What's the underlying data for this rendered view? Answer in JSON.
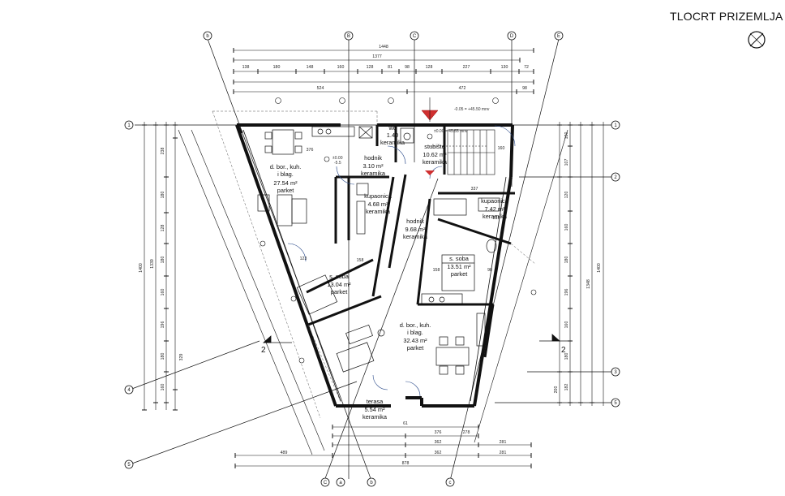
{
  "title": "TLOCRT PRIZEMLJA",
  "north_arrow": {
    "icon": "north-arrow-icon"
  },
  "rooms": [
    {
      "id": "d-bor-kuh-west",
      "lines": [
        "d. bor., kuh.",
        "i blag.",
        "27.54  m²",
        "parket"
      ]
    },
    {
      "id": "hodnik-small",
      "lines": [
        "hodnik",
        "3.10  m²",
        "keramika"
      ]
    },
    {
      "id": "wc",
      "lines": [
        "wc",
        "1.40",
        "keramika"
      ]
    },
    {
      "id": "stubiste",
      "lines": [
        "stubište",
        "10.62  m²",
        "keramika"
      ]
    },
    {
      "id": "kupaonica-west",
      "lines": [
        "kupaonica",
        "4.68  m²",
        "keramika"
      ]
    },
    {
      "id": "hodnik-central",
      "lines": [
        "hodnik",
        "9.68  m²",
        "keramika"
      ]
    },
    {
      "id": "kupaonica-east",
      "lines": [
        "kupaonica",
        "7.42  m²",
        "keramika"
      ]
    },
    {
      "id": "s-soba-east",
      "lines": [
        "s. soba",
        "13.51  m²",
        "parket"
      ]
    },
    {
      "id": "s-soba-west",
      "lines": [
        "s. soba",
        "13.04  m²",
        "parket"
      ]
    },
    {
      "id": "d-bor-kuh-south",
      "lines": [
        "d. bor., kuh.",
        "i blag.",
        "32.43  m²",
        "parket"
      ]
    },
    {
      "id": "terasa",
      "lines": [
        "terasa",
        "5.54  m²",
        "keramika"
      ]
    }
  ],
  "axes": {
    "top": [
      "b",
      "B",
      "C",
      "D",
      "E"
    ],
    "bottom": [
      "C",
      "a",
      "b",
      "c"
    ],
    "left": [
      "1",
      "4",
      "5"
    ],
    "right": [
      "1",
      "2",
      "3",
      "5"
    ]
  },
  "section_marks": [
    "2",
    "2"
  ],
  "levels": [
    "-0.05 = +45.50 mnv",
    "±0.00 = 45.55 mnv",
    "±0.00",
    "-5.5"
  ],
  "dimensions": {
    "top_row1": [
      "1448"
    ],
    "top_row2": [
      "1377"
    ],
    "top_row3": [
      "138",
      "180",
      "148",
      "160",
      "128",
      "81",
      "98",
      "128",
      "227",
      "130",
      "72"
    ],
    "top_row4": [
      "524",
      "472",
      "98"
    ],
    "bottom_row1": [
      "61"
    ],
    "bottom_row2": [
      "376",
      "278"
    ],
    "bottom_row3": [
      "362",
      "281"
    ],
    "bottom_row4": [
      "489",
      "362",
      "281"
    ],
    "bottom_row5": [
      "878"
    ],
    "left_outer": [
      "1400"
    ],
    "left_inner": [
      "1339"
    ],
    "left_small": [
      "238",
      "180",
      "128",
      "180",
      "160",
      "196",
      "180",
      "160",
      "329"
    ],
    "right_outer": [
      "1400"
    ],
    "right_inner": [
      "1348"
    ],
    "right_small": [
      "100",
      "107",
      "120",
      "160",
      "180",
      "196",
      "160",
      "180",
      "182",
      "200"
    ],
    "interior": [
      "376",
      "337",
      "158",
      "158",
      "215",
      "160",
      "123",
      "90"
    ]
  }
}
